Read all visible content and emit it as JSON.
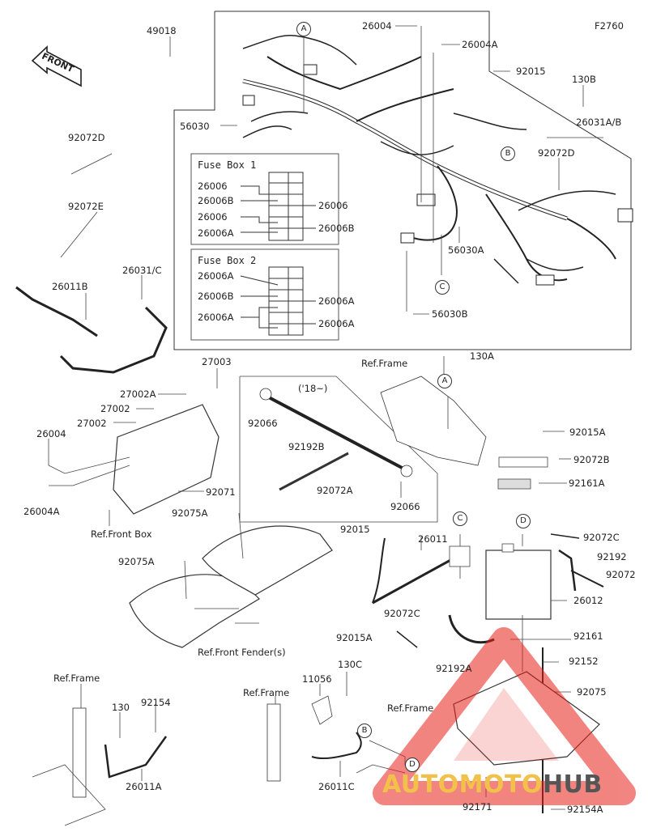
{
  "figure_code": "F2760",
  "front_label": "FRONT",
  "fuse_box_1": {
    "title": "Fuse Box 1",
    "left": [
      "26006",
      "26006B",
      "26006",
      "26006A"
    ],
    "right": [
      "26006",
      "26006B"
    ]
  },
  "fuse_box_2": {
    "title": "Fuse Box 2",
    "left": [
      "26006A",
      "26006B",
      "26006A"
    ],
    "right": [
      "26006A",
      "26006A"
    ]
  },
  "callouts": {
    "c49018": "49018",
    "c26004_top": "26004",
    "c26004A_top": "26004A",
    "c92015_top": "92015",
    "c130B": "130B",
    "c26031AB": "26031A/B",
    "c92072D_right": "92072D",
    "c56030": "56030",
    "c56030A": "56030A",
    "c56030B": "56030B",
    "c92072D_left": "92072D",
    "c92072E": "92072E",
    "c26031C": "26031/C",
    "c26011B": "26011B",
    "c27003": "27003",
    "c27002A": "27002A",
    "c27002_a": "27002",
    "c27002_b": "27002",
    "c26004_left": "26004",
    "c26004A_left": "26004A",
    "c92071": "92071",
    "ref_front_box": "Ref.Front Box",
    "c92075A_a": "92075A",
    "c92075A_b": "92075A",
    "ref_front_fender": "Ref.Front Fender(s)",
    "year_note": "('18~)",
    "c92066_a": "92066",
    "c92192B": "92192B",
    "c92072A": "92072A",
    "c92066_b": "92066",
    "ref_frame_top": "Ref.Frame",
    "c130A": "130A",
    "c92015A_r": "92015A",
    "c92072B": "92072B",
    "c92161A": "92161A",
    "c92015_mid": "92015",
    "c26011": "26011",
    "c92072C_r": "92072C",
    "c92192": "92192",
    "c92072": "92072",
    "c26012": "26012",
    "c92015A_mid": "92015A",
    "c92072C_mid": "92072C",
    "c92161": "92161",
    "c92192A": "92192A",
    "c92152": "92152",
    "c92075": "92075",
    "ref_frame_bl": "Ref.Frame",
    "c130": "130",
    "c92154": "92154",
    "c26011A": "26011A",
    "ref_frame_bm": "Ref.Frame",
    "c11056": "11056",
    "c130C": "130C",
    "c26011C": "26011C",
    "ref_frame_br": "Ref.Frame",
    "c92171": "92171",
    "c92154A": "92154A"
  },
  "letters": {
    "A": "A",
    "B": "B",
    "C": "C",
    "D": "D"
  },
  "watermark": {
    "part1": "AUTO",
    "part2": "MOTO",
    "part3": "HUB",
    "color_red": "#e8201a",
    "color_yellow": "#f2c14a",
    "color_gray": "#555555"
  }
}
